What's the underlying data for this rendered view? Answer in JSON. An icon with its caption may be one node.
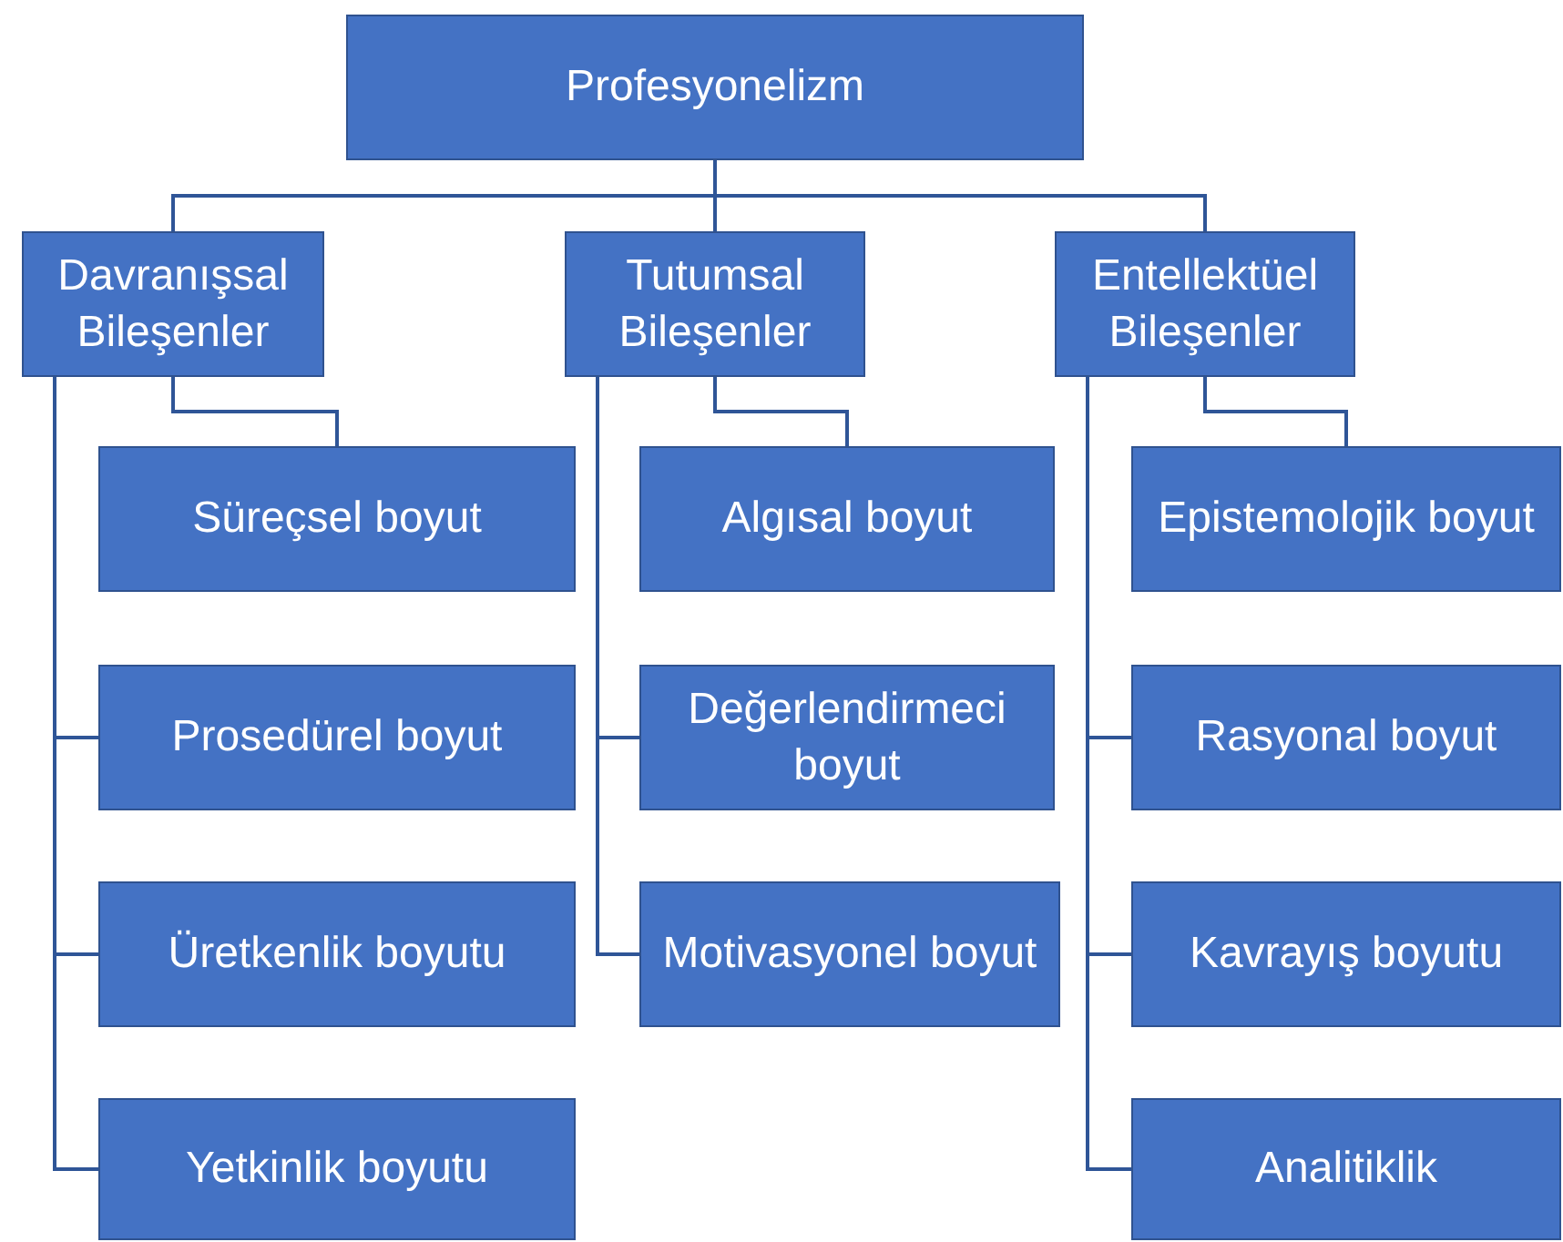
{
  "diagram": {
    "nodes": [
      {
        "text": [
          "Profesyonelizm"
        ]
      },
      {
        "text": [
          "Davranışsal Bileşenler"
        ]
      },
      {
        "text": [
          "Tutumsal Bileşenler"
        ]
      },
      {
        "text": [
          "Entellektüel Bileşenler"
        ]
      },
      {
        "text": [
          "Süreçsel boyut"
        ]
      },
      {
        "text": [
          "Prosedürel boyut"
        ]
      },
      {
        "text": [
          "Üretkenlik boyutu"
        ]
      },
      {
        "text": [
          "Yetkinlik boyutu"
        ]
      },
      {
        "text": [
          "Algısal boyut"
        ]
      },
      {
        "text": [
          "Değerlendirmeci boyut"
        ]
      },
      {
        "text": [
          "Motivasyonel boyut"
        ]
      },
      {
        "text": [
          "Epistemolojik boyut"
        ]
      },
      {
        "text": [
          "Rasyonal boyut"
        ]
      },
      {
        "text": [
          "Kavrayış boyutu"
        ]
      },
      {
        "text": [
          "Analitiklik"
        ]
      }
    ],
    "edges": [
      {
        "from": 0,
        "to": 1,
        "arrow": "none"
      },
      {
        "from": 0,
        "to": 2,
        "arrow": "none"
      },
      {
        "from": 0,
        "to": 3,
        "arrow": "none"
      },
      {
        "from": 1,
        "to": 4,
        "arrow": "none"
      },
      {
        "from": 1,
        "to": 5,
        "arrow": "none"
      },
      {
        "from": 1,
        "to": 6,
        "arrow": "none"
      },
      {
        "from": 1,
        "to": 7,
        "arrow": "none"
      },
      {
        "from": 2,
        "to": 8,
        "arrow": "none"
      },
      {
        "from": 2,
        "to": 9,
        "arrow": "none"
      },
      {
        "from": 2,
        "to": 10,
        "arrow": "none"
      },
      {
        "from": 3,
        "to": 11,
        "arrow": "none"
      },
      {
        "from": 3,
        "to": 12,
        "arrow": "none"
      },
      {
        "from": 3,
        "to": 13,
        "arrow": "none"
      },
      {
        "from": 3,
        "to": 14,
        "arrow": "none"
      }
    ]
  }
}
